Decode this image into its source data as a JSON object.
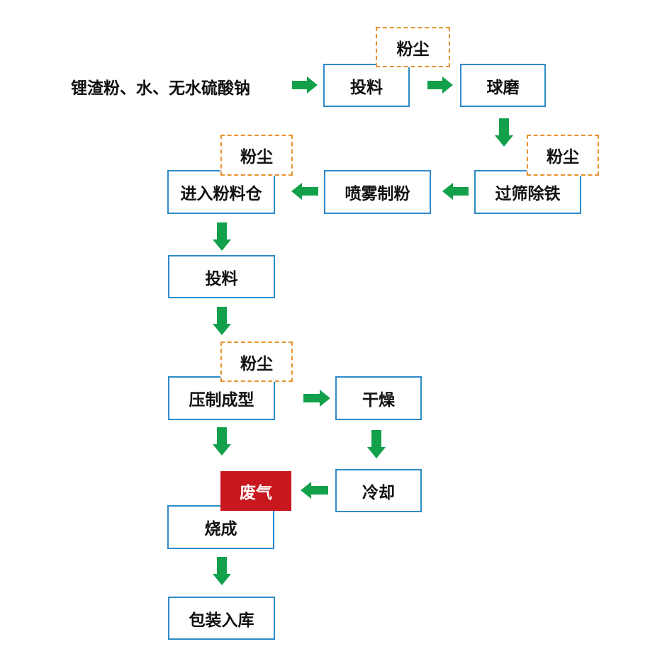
{
  "inputs": "锂渣粉、水、无水硫酸钠",
  "steps": {
    "feed1": "投料",
    "ball_mill": "球磨",
    "sieve_iron": "过筛除铁",
    "spray": "喷雾制粉",
    "silo": "进入粉料仓",
    "feed2": "投料",
    "press": "压制成型",
    "dry": "干燥",
    "cool": "冷却",
    "fire": "烧成",
    "pack": "包装入库"
  },
  "emissions": {
    "dust1": "粉尘",
    "dust2": "粉尘",
    "dust3": "粉尘",
    "dust4": "粉尘",
    "waste_gas": "废气"
  },
  "colors": {
    "box_border": "#2E8BC9",
    "dust_border": "#E8922E",
    "arrow": "#12A04B",
    "waste_gas_fill": "#C8171E"
  }
}
